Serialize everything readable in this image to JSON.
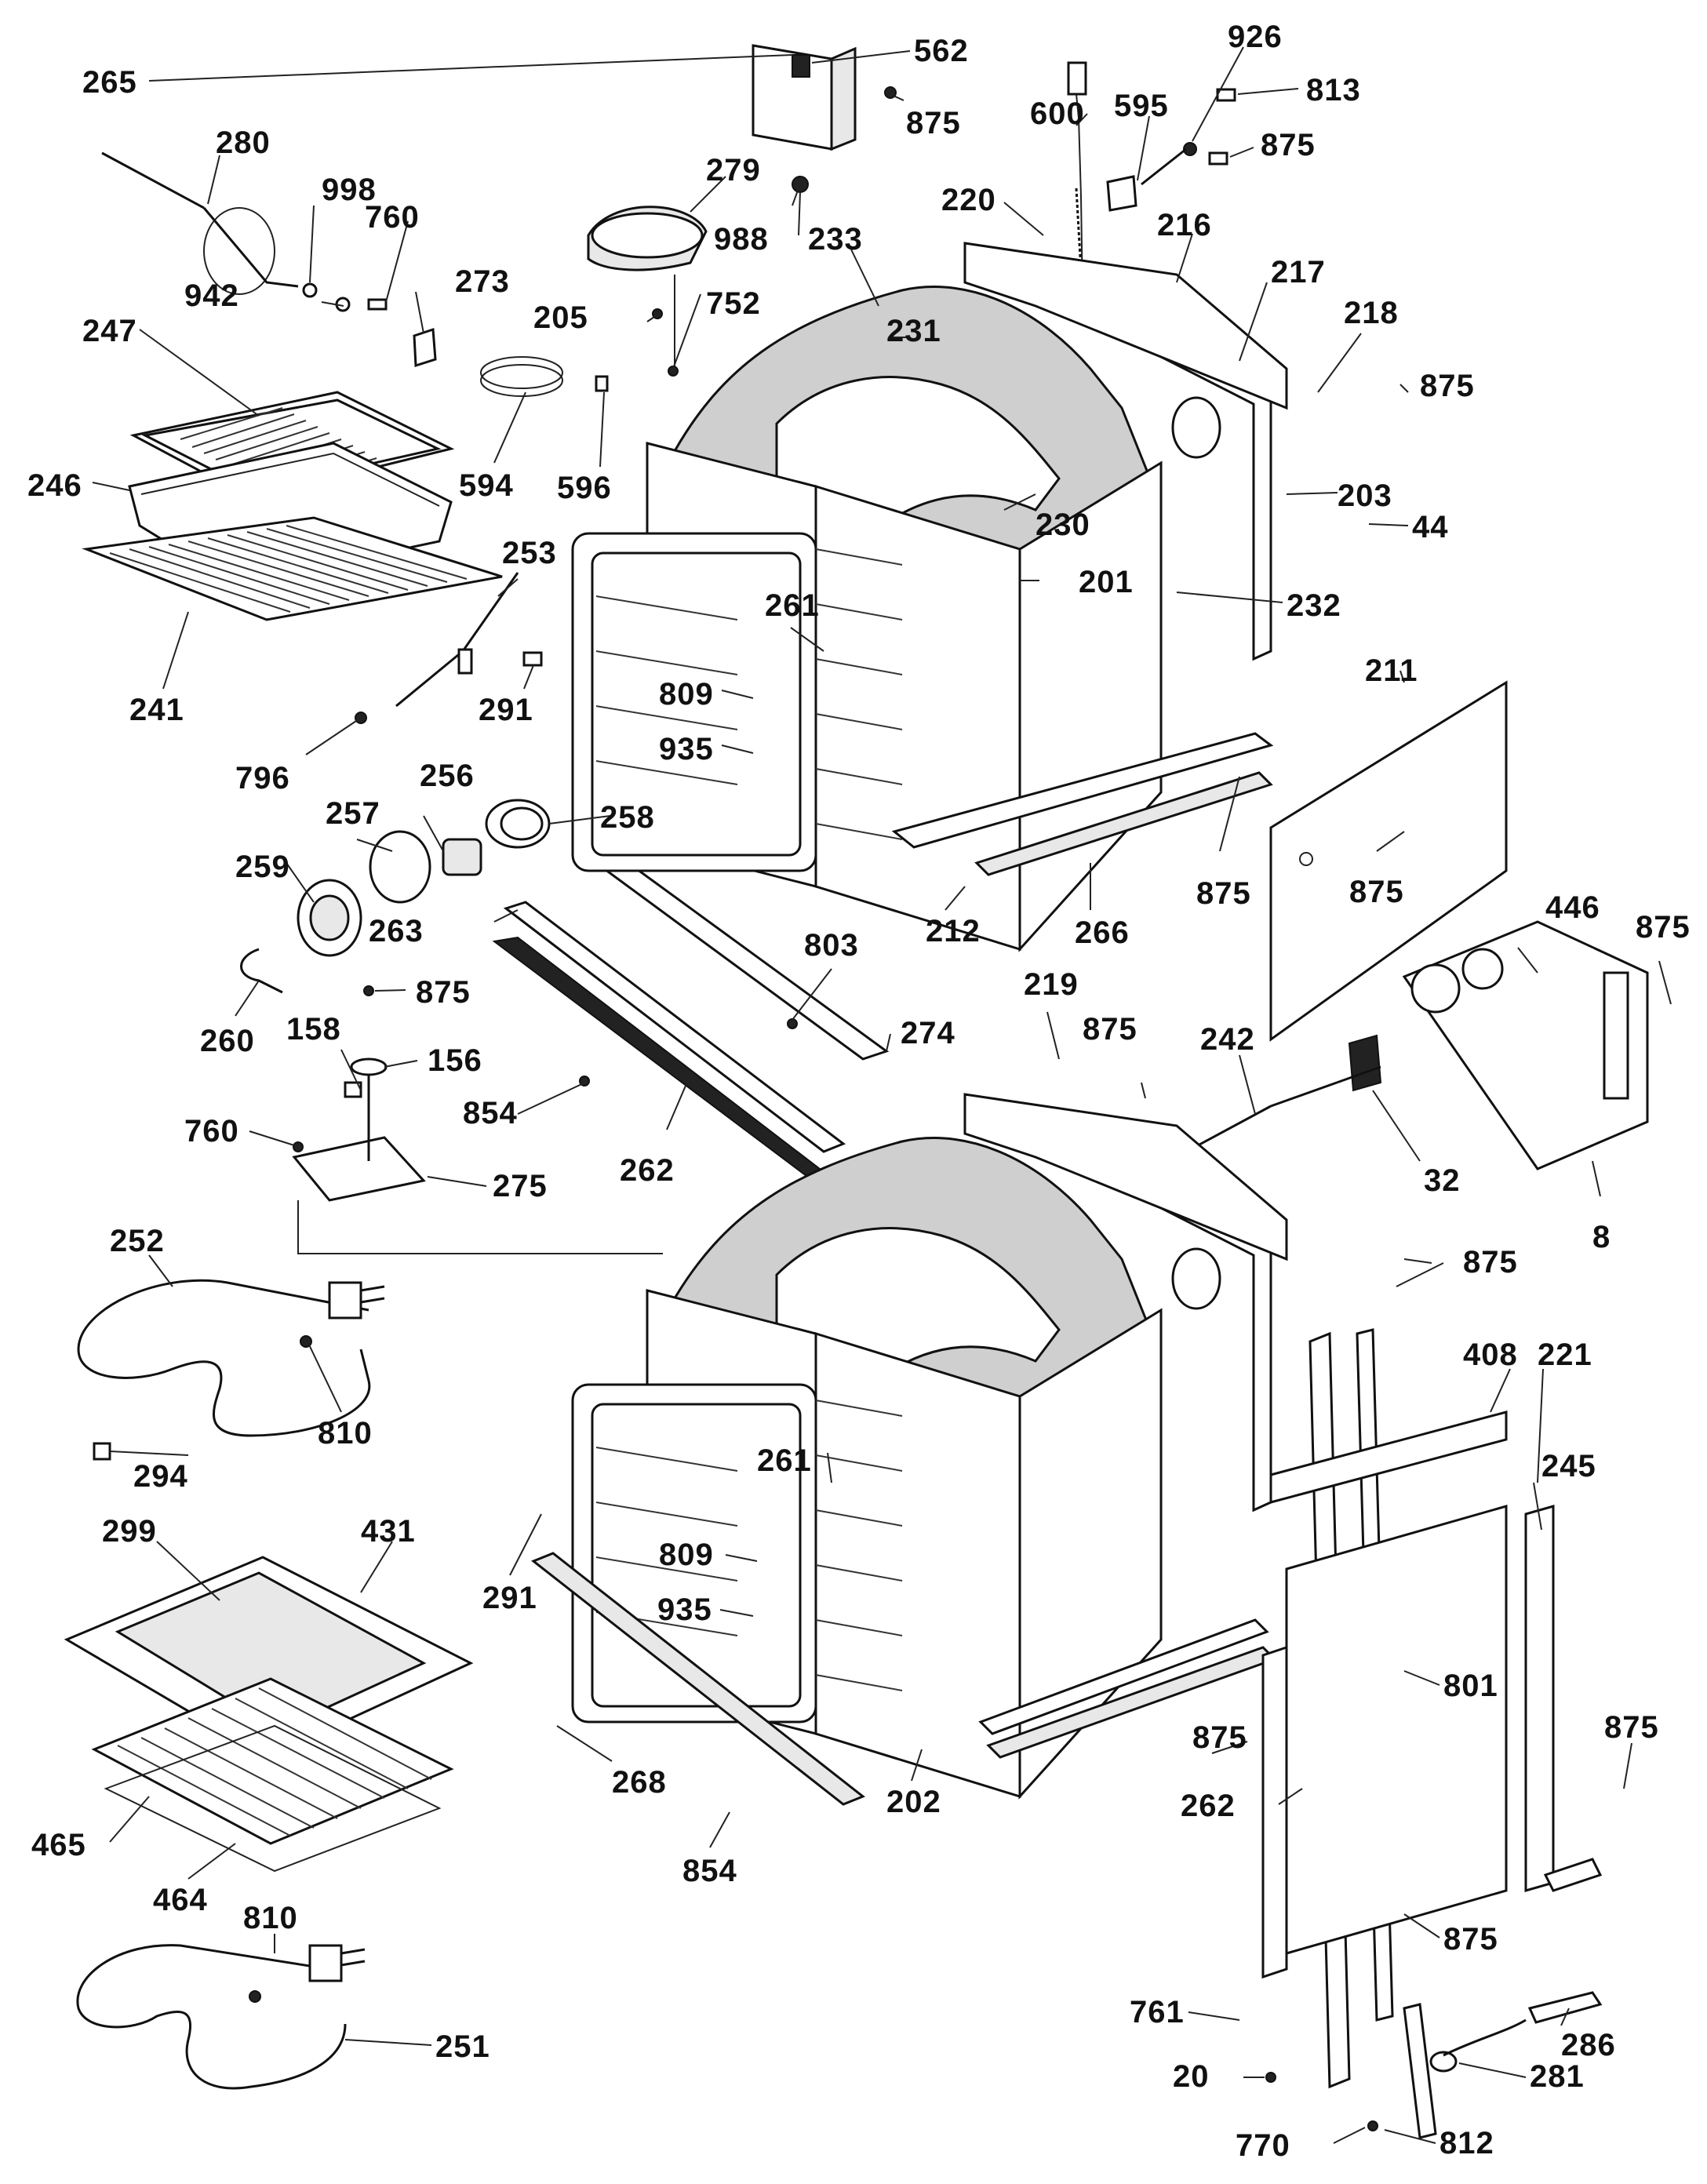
{
  "labels": [
    {
      "id": "265",
      "text": "265"
    },
    {
      "id": "562",
      "text": "562"
    },
    {
      "id": "875a",
      "text": "875"
    },
    {
      "id": "600",
      "text": "600"
    },
    {
      "id": "595",
      "text": "595"
    },
    {
      "id": "926",
      "text": "926"
    },
    {
      "id": "813",
      "text": "813"
    },
    {
      "id": "875b",
      "text": "875"
    },
    {
      "id": "280",
      "text": "280"
    },
    {
      "id": "998",
      "text": "998"
    },
    {
      "id": "760a",
      "text": "760"
    },
    {
      "id": "279",
      "text": "279"
    },
    {
      "id": "988",
      "text": "988"
    },
    {
      "id": "220",
      "text": "220"
    },
    {
      "id": "216",
      "text": "216"
    },
    {
      "id": "233",
      "text": "233"
    },
    {
      "id": "273",
      "text": "273"
    },
    {
      "id": "942",
      "text": "942"
    },
    {
      "id": "205",
      "text": "205"
    },
    {
      "id": "752",
      "text": "752"
    },
    {
      "id": "217",
      "text": "217"
    },
    {
      "id": "247",
      "text": "247"
    },
    {
      "id": "231",
      "text": "231"
    },
    {
      "id": "218",
      "text": "218"
    },
    {
      "id": "875c",
      "text": "875"
    },
    {
      "id": "246",
      "text": "246"
    },
    {
      "id": "594",
      "text": "594"
    },
    {
      "id": "596",
      "text": "596"
    },
    {
      "id": "203",
      "text": "203"
    },
    {
      "id": "230",
      "text": "230"
    },
    {
      "id": "44",
      "text": "44"
    },
    {
      "id": "253",
      "text": "253"
    },
    {
      "id": "201",
      "text": "201"
    },
    {
      "id": "232",
      "text": "232"
    },
    {
      "id": "261a",
      "text": "261"
    },
    {
      "id": "211",
      "text": "211"
    },
    {
      "id": "241",
      "text": "241"
    },
    {
      "id": "291a",
      "text": "291"
    },
    {
      "id": "809a",
      "text": "809"
    },
    {
      "id": "796",
      "text": "796"
    },
    {
      "id": "935a",
      "text": "935"
    },
    {
      "id": "875d",
      "text": "875"
    },
    {
      "id": "256",
      "text": "256"
    },
    {
      "id": "257",
      "text": "257"
    },
    {
      "id": "258",
      "text": "258"
    },
    {
      "id": "875e",
      "text": "875"
    },
    {
      "id": "259",
      "text": "259"
    },
    {
      "id": "212",
      "text": "212"
    },
    {
      "id": "266",
      "text": "266"
    },
    {
      "id": "263",
      "text": "263"
    },
    {
      "id": "446",
      "text": "446"
    },
    {
      "id": "875f",
      "text": "875"
    },
    {
      "id": "803",
      "text": "803"
    },
    {
      "id": "260",
      "text": "260"
    },
    {
      "id": "875g",
      "text": "875"
    },
    {
      "id": "219",
      "text": "219"
    },
    {
      "id": "274",
      "text": "274"
    },
    {
      "id": "158",
      "text": "158"
    },
    {
      "id": "156",
      "text": "156"
    },
    {
      "id": "875h",
      "text": "875"
    },
    {
      "id": "242",
      "text": "242"
    },
    {
      "id": "854a",
      "text": "854"
    },
    {
      "id": "760b",
      "text": "760"
    },
    {
      "id": "262a",
      "text": "262"
    },
    {
      "id": "32",
      "text": "32"
    },
    {
      "id": "275",
      "text": "275"
    },
    {
      "id": "8",
      "text": "8"
    },
    {
      "id": "252",
      "text": "252"
    },
    {
      "id": "875i",
      "text": "875"
    },
    {
      "id": "408",
      "text": "408"
    },
    {
      "id": "221",
      "text": "221"
    },
    {
      "id": "810a",
      "text": "810"
    },
    {
      "id": "294",
      "text": "294"
    },
    {
      "id": "261b",
      "text": "261"
    },
    {
      "id": "245",
      "text": "245"
    },
    {
      "id": "299",
      "text": "299"
    },
    {
      "id": "431",
      "text": "431"
    },
    {
      "id": "291b",
      "text": "291"
    },
    {
      "id": "809b",
      "text": "809"
    },
    {
      "id": "935b",
      "text": "935"
    },
    {
      "id": "801",
      "text": "801"
    },
    {
      "id": "875j",
      "text": "875"
    },
    {
      "id": "875k",
      "text": "875"
    },
    {
      "id": "268",
      "text": "268"
    },
    {
      "id": "202",
      "text": "202"
    },
    {
      "id": "465",
      "text": "465"
    },
    {
      "id": "262b",
      "text": "262"
    },
    {
      "id": "854b",
      "text": "854"
    },
    {
      "id": "464",
      "text": "464"
    },
    {
      "id": "875l",
      "text": "875"
    },
    {
      "id": "810b",
      "text": "810"
    },
    {
      "id": "761",
      "text": "761"
    },
    {
      "id": "286",
      "text": "286"
    },
    {
      "id": "251",
      "text": "251"
    },
    {
      "id": "20",
      "text": "20"
    },
    {
      "id": "281",
      "text": "281"
    },
    {
      "id": "770",
      "text": "770"
    },
    {
      "id": "812",
      "text": "812"
    }
  ]
}
